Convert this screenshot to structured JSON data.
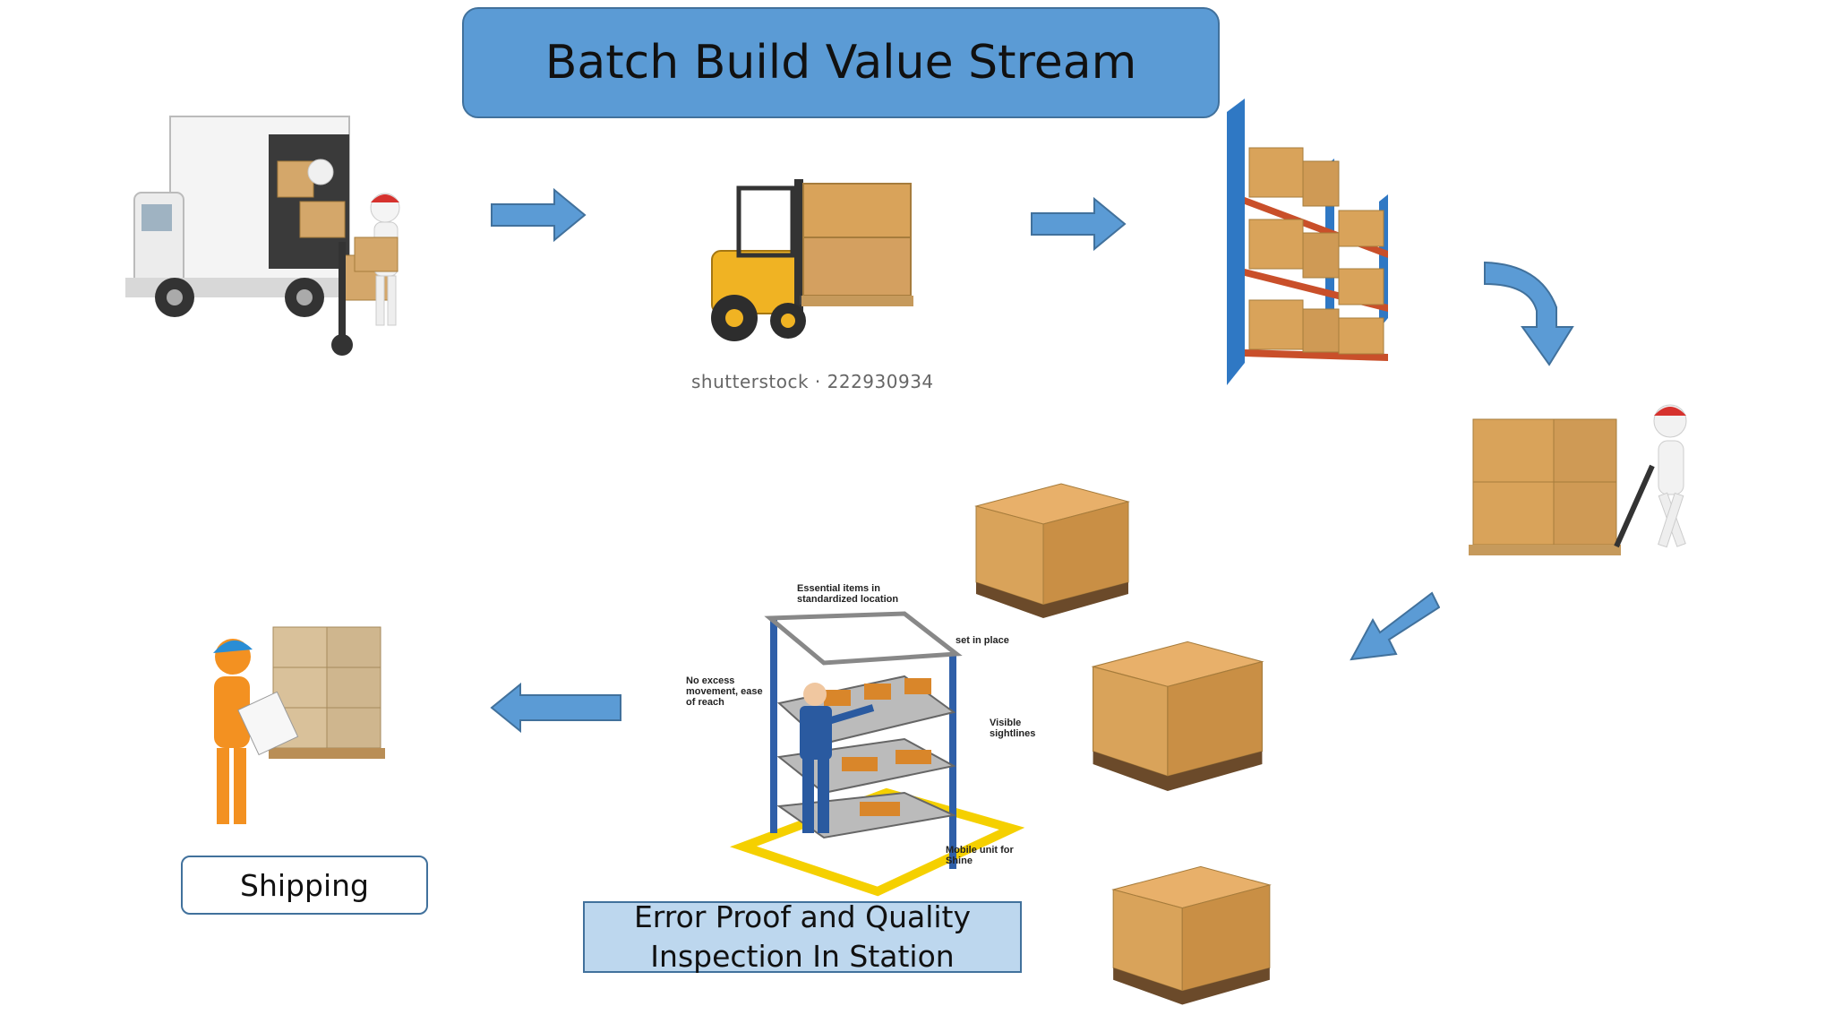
{
  "title": "Batch Build Value Stream",
  "watermark": "shutterstock · 222930934",
  "labels": {
    "shipping": "Shipping",
    "station_line1": "Error Proof and Quality",
    "station_line2": "Inspection In Station"
  },
  "station_callouts": {
    "essential": "Essential items in standardized location",
    "setinplace": "set in place",
    "noexcess": "No excess movement, ease of reach",
    "visible": "Visible sightlines",
    "mobile": "Mobile unit for Shine"
  },
  "colors": {
    "title_fill": "#5b9bd5",
    "arrow_fill": "#5b9bd5",
    "station_fill": "#bdd7ee",
    "border": "#41719c",
    "box_brown": "#d9a35a"
  },
  "icons": [
    "truck-unloading-icon",
    "forklift-icon",
    "warehouse-rack-icon",
    "pallet-jack-icon",
    "pallet-stack-icon",
    "workstation-icon",
    "shipping-worker-icon"
  ]
}
